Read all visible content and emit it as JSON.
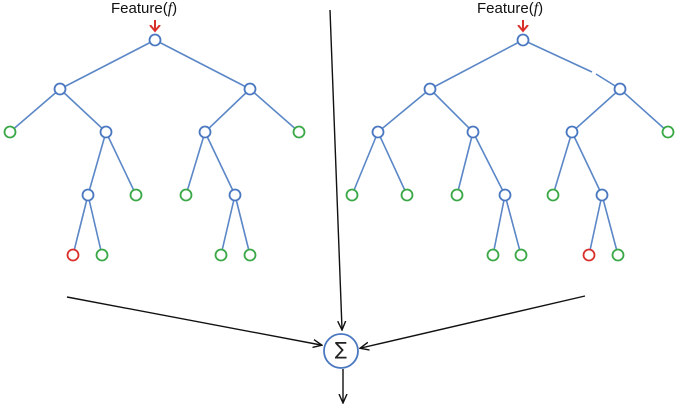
{
  "trees": [
    {
      "label_prefix": "Feature(",
      "label_var": "f",
      "label_suffix": ")"
    },
    {
      "label_prefix": "Feature(",
      "label_var": "f",
      "label_suffix": ")"
    }
  ],
  "aggregator": {
    "symbol": "∑"
  },
  "colors": {
    "edge": "#5b87c7",
    "internal_node": "#4a78c0",
    "leaf_node": "#3aa846",
    "selected_leaf": "#d9302c",
    "input_arrow": "#d9302c",
    "combine_arrow": "#111111"
  }
}
